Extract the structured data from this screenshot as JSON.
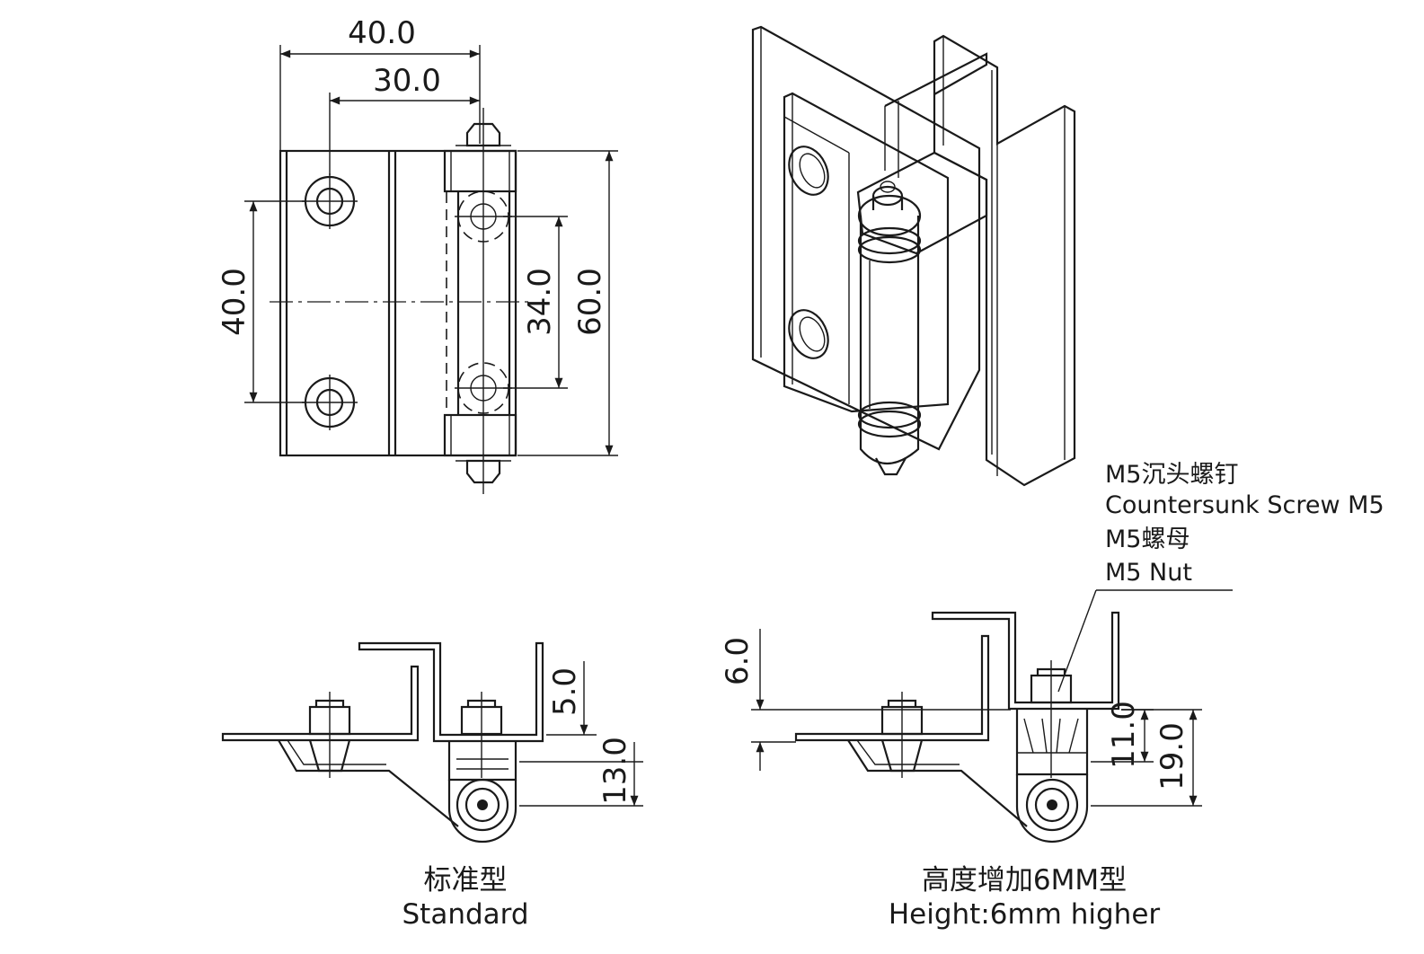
{
  "front_view": {
    "dim_width_total": "40.0",
    "dim_width_hole_offset": "30.0",
    "dim_hole_spacing_left": "40.0",
    "dim_hole_spacing_right": "34.0",
    "dim_height_total": "60.0"
  },
  "callout": {
    "screw_cn": "M5沉头螺钉",
    "screw_en": "Countersunk Screw M5",
    "nut_cn": "M5螺母",
    "nut_en": "M5 Nut"
  },
  "standard_view": {
    "dim_top": "5.0",
    "dim_bottom": "13.0",
    "caption_cn": "标准型",
    "caption_en": "Standard"
  },
  "raised_view": {
    "dim_offset": "6.0",
    "dim_inner": "11.0",
    "dim_outer": "19.0",
    "caption_cn": "高度增加6MM型",
    "caption_en": "Height:6mm higher"
  }
}
